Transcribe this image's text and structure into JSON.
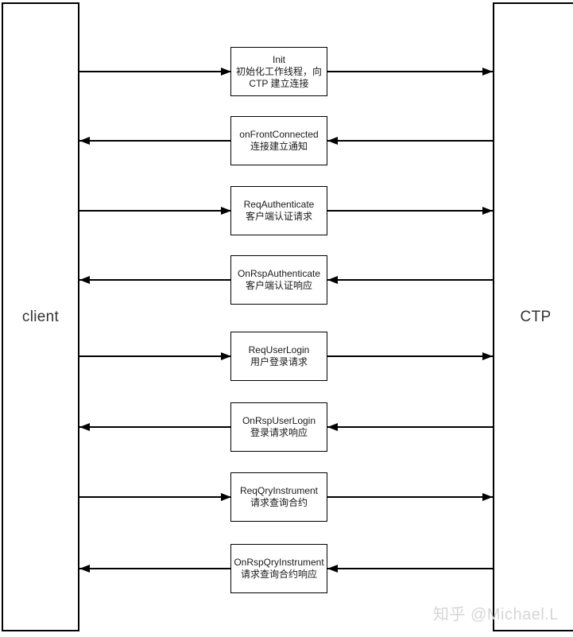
{
  "diagram": {
    "type": "sequence-diagram",
    "participants": {
      "left": "client",
      "right": "CTP"
    },
    "messages": [
      {
        "name": "Init",
        "desc": "初始化工作线程，向\nCTP 建立连接",
        "direction": "client→CTP"
      },
      {
        "name": "onFrontConnected",
        "desc": "连接建立通知",
        "direction": "CTP→client"
      },
      {
        "name": "ReqAuthenticate",
        "desc": "客户端认证请求",
        "direction": "client→CTP"
      },
      {
        "name": "OnRspAuthenticate",
        "desc": "客户端认证响应",
        "direction": "CTP→client"
      },
      {
        "name": "ReqUserLogin",
        "desc": "用户登录请求",
        "direction": "client→CTP"
      },
      {
        "name": "OnRspUserLogin",
        "desc": "登录请求响应",
        "direction": "CTP→client"
      },
      {
        "name": "ReqQryInstrument",
        "desc": "请求查询合约",
        "direction": "client→CTP"
      },
      {
        "name": "OnRspQryInstrument",
        "desc": "请求查询合约响应",
        "direction": "CTP→client"
      }
    ],
    "watermark": "知乎 @Michael.L",
    "colors": {
      "line": "#000000",
      "background": "#ffffff",
      "watermark": "#d6d6d6"
    }
  }
}
